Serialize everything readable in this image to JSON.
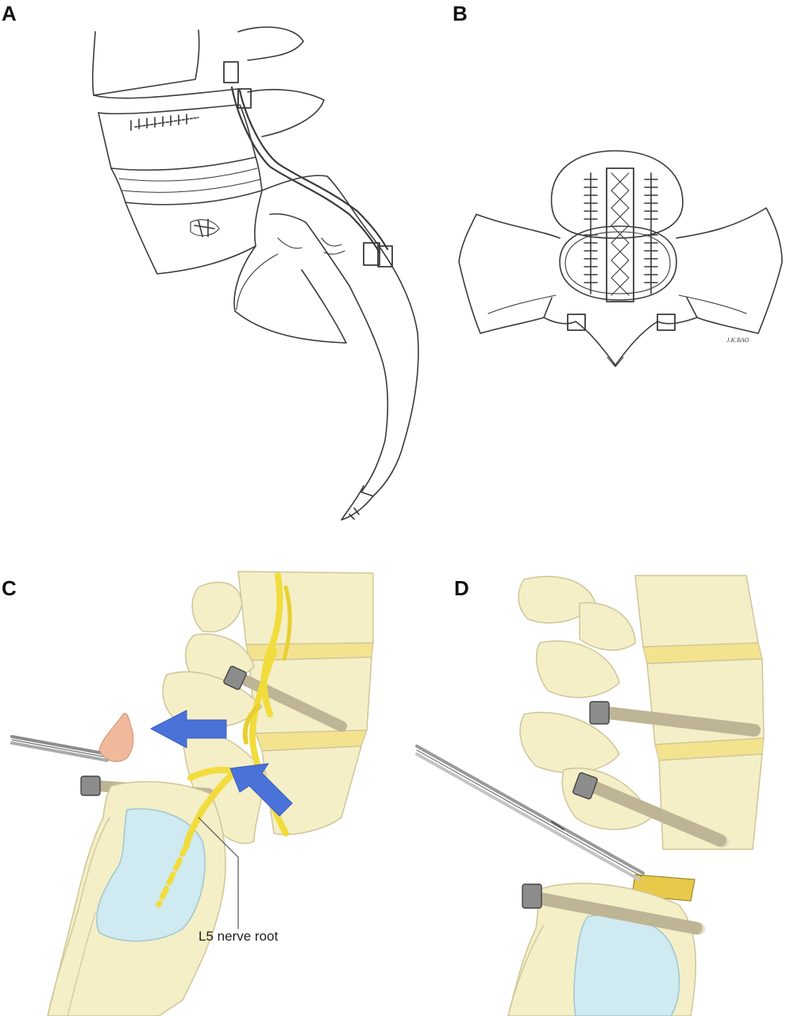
{
  "panels": [
    {
      "letter": "A"
    },
    {
      "letter": "B",
      "signature": "J.K.BAO"
    },
    {
      "letter": "C",
      "label": "L5 nerve root"
    },
    {
      "letter": "D"
    }
  ],
  "colors": {
    "line_art": "#3a3a3a",
    "bone": "#f4efc6",
    "bone_outline": "#cfc59a",
    "disc": "#f3e38f",
    "nerve": "#f2dc3c",
    "sacrum_cyst": "#cfeaf0",
    "arrow": "#4a72d8",
    "tissue": "#f0b99b",
    "metal": "#8c8c8c"
  }
}
